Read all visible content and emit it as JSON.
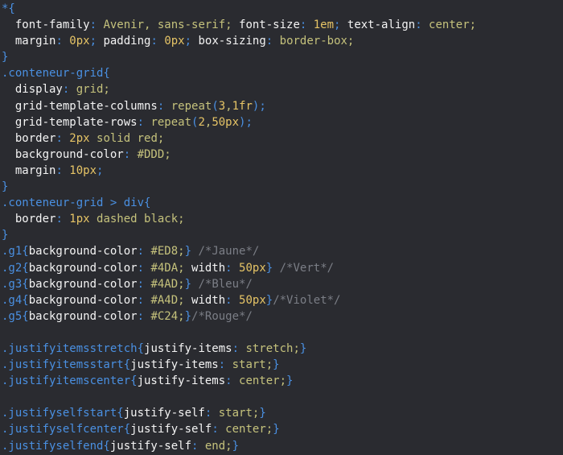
{
  "colors": {
    "background": "#2a2b30",
    "selector": "#4a90e2",
    "property": "#f4f4f4",
    "value": "#c5c27c",
    "number": "#e6c466",
    "comment": "#7b7e86"
  },
  "code_lines": [
    [
      [
        "s",
        "*{"
      ]
    ],
    [
      [
        "p",
        "  font-family"
      ],
      [
        "c",
        ": "
      ],
      [
        "v",
        "Avenir, sans-serif; "
      ],
      [
        "p",
        "font-size"
      ],
      [
        "c",
        ": "
      ],
      [
        "n",
        "1em"
      ],
      [
        "c",
        "; "
      ],
      [
        "p",
        "text-align"
      ],
      [
        "c",
        ": "
      ],
      [
        "v",
        "center;"
      ]
    ],
    [
      [
        "p",
        "  margin"
      ],
      [
        "c",
        ": "
      ],
      [
        "n",
        "0px"
      ],
      [
        "c",
        "; "
      ],
      [
        "p",
        "padding"
      ],
      [
        "c",
        ": "
      ],
      [
        "n",
        "0px"
      ],
      [
        "c",
        "; "
      ],
      [
        "p",
        "box-sizing"
      ],
      [
        "c",
        ": "
      ],
      [
        "v",
        "border-box;"
      ]
    ],
    [
      [
        "s",
        "}"
      ]
    ],
    [
      [
        "s",
        ".conteneur-grid{"
      ]
    ],
    [
      [
        "p",
        "  display"
      ],
      [
        "c",
        ": "
      ],
      [
        "v",
        "grid;"
      ]
    ],
    [
      [
        "p",
        "  grid-template-columns"
      ],
      [
        "c",
        ": "
      ],
      [
        "v",
        "repeat"
      ],
      [
        "c",
        "("
      ],
      [
        "n",
        "3"
      ],
      [
        "v",
        ","
      ],
      [
        "n",
        "1fr"
      ],
      [
        "c",
        ");"
      ]
    ],
    [
      [
        "p",
        "  grid-template-rows"
      ],
      [
        "c",
        ": "
      ],
      [
        "v",
        "repeat"
      ],
      [
        "c",
        "("
      ],
      [
        "n",
        "2"
      ],
      [
        "v",
        ","
      ],
      [
        "n",
        "50px"
      ],
      [
        "c",
        ");"
      ]
    ],
    [
      [
        "p",
        "  border"
      ],
      [
        "c",
        ": "
      ],
      [
        "n",
        "2px"
      ],
      [
        "v",
        " solid red;"
      ]
    ],
    [
      [
        "p",
        "  background-color"
      ],
      [
        "c",
        ": "
      ],
      [
        "v",
        "#DDD;"
      ]
    ],
    [
      [
        "p",
        "  margin"
      ],
      [
        "c",
        ": "
      ],
      [
        "n",
        "10px"
      ],
      [
        "c",
        ";"
      ]
    ],
    [
      [
        "s",
        "}"
      ]
    ],
    [
      [
        "s",
        ".conteneur-grid > div{"
      ]
    ],
    [
      [
        "p",
        "  border"
      ],
      [
        "c",
        ": "
      ],
      [
        "n",
        "1px"
      ],
      [
        "v",
        " dashed black;"
      ]
    ],
    [
      [
        "s",
        "}"
      ]
    ],
    [
      [
        "s",
        ".g1{"
      ],
      [
        "p",
        "background-color"
      ],
      [
        "c",
        ": "
      ],
      [
        "v",
        "#ED8;"
      ],
      [
        "s",
        "}"
      ],
      [
        "m",
        " /*Jaune*/"
      ]
    ],
    [
      [
        "s",
        ".g2{"
      ],
      [
        "p",
        "background-color"
      ],
      [
        "c",
        ": "
      ],
      [
        "v",
        "#4DA; "
      ],
      [
        "p",
        "width"
      ],
      [
        "c",
        ": "
      ],
      [
        "n",
        "50px"
      ],
      [
        "s",
        "}"
      ],
      [
        "m",
        " /*Vert*/"
      ]
    ],
    [
      [
        "s",
        ".g3{"
      ],
      [
        "p",
        "background-color"
      ],
      [
        "c",
        ": "
      ],
      [
        "v",
        "#4AD;"
      ],
      [
        "s",
        "}"
      ],
      [
        "m",
        " /*Bleu*/"
      ]
    ],
    [
      [
        "s",
        ".g4{"
      ],
      [
        "p",
        "background-color"
      ],
      [
        "c",
        ": "
      ],
      [
        "v",
        "#A4D; "
      ],
      [
        "p",
        "width"
      ],
      [
        "c",
        ": "
      ],
      [
        "n",
        "50px"
      ],
      [
        "s",
        "}"
      ],
      [
        "m",
        "/*Violet*/"
      ]
    ],
    [
      [
        "s",
        ".g5{"
      ],
      [
        "p",
        "background-color"
      ],
      [
        "c",
        ": "
      ],
      [
        "v",
        "#C24;"
      ],
      [
        "s",
        "}"
      ],
      [
        "m",
        "/*Rouge*/"
      ]
    ],
    [],
    [
      [
        "s",
        ".justifyitemsstretch{"
      ],
      [
        "p",
        "justify-items"
      ],
      [
        "c",
        ": "
      ],
      [
        "v",
        "stretch;"
      ],
      [
        "s",
        "}"
      ]
    ],
    [
      [
        "s",
        ".justifyitemsstart{"
      ],
      [
        "p",
        "justify-items"
      ],
      [
        "c",
        ": "
      ],
      [
        "v",
        "start;"
      ],
      [
        "s",
        "}"
      ]
    ],
    [
      [
        "s",
        ".justifyitemscenter{"
      ],
      [
        "p",
        "justify-items"
      ],
      [
        "c",
        ": "
      ],
      [
        "v",
        "center;"
      ],
      [
        "s",
        "}"
      ]
    ],
    [],
    [
      [
        "s",
        ".justifyselfstart{"
      ],
      [
        "p",
        "justify-self"
      ],
      [
        "c",
        ": "
      ],
      [
        "v",
        "start;"
      ],
      [
        "s",
        "}"
      ]
    ],
    [
      [
        "s",
        ".justifyselfcenter{"
      ],
      [
        "p",
        "justify-self"
      ],
      [
        "c",
        ": "
      ],
      [
        "v",
        "center;"
      ],
      [
        "s",
        "}"
      ]
    ],
    [
      [
        "s",
        ".justifyselfend{"
      ],
      [
        "p",
        "justify-self"
      ],
      [
        "c",
        ": "
      ],
      [
        "v",
        "end;"
      ],
      [
        "s",
        "}"
      ]
    ]
  ]
}
